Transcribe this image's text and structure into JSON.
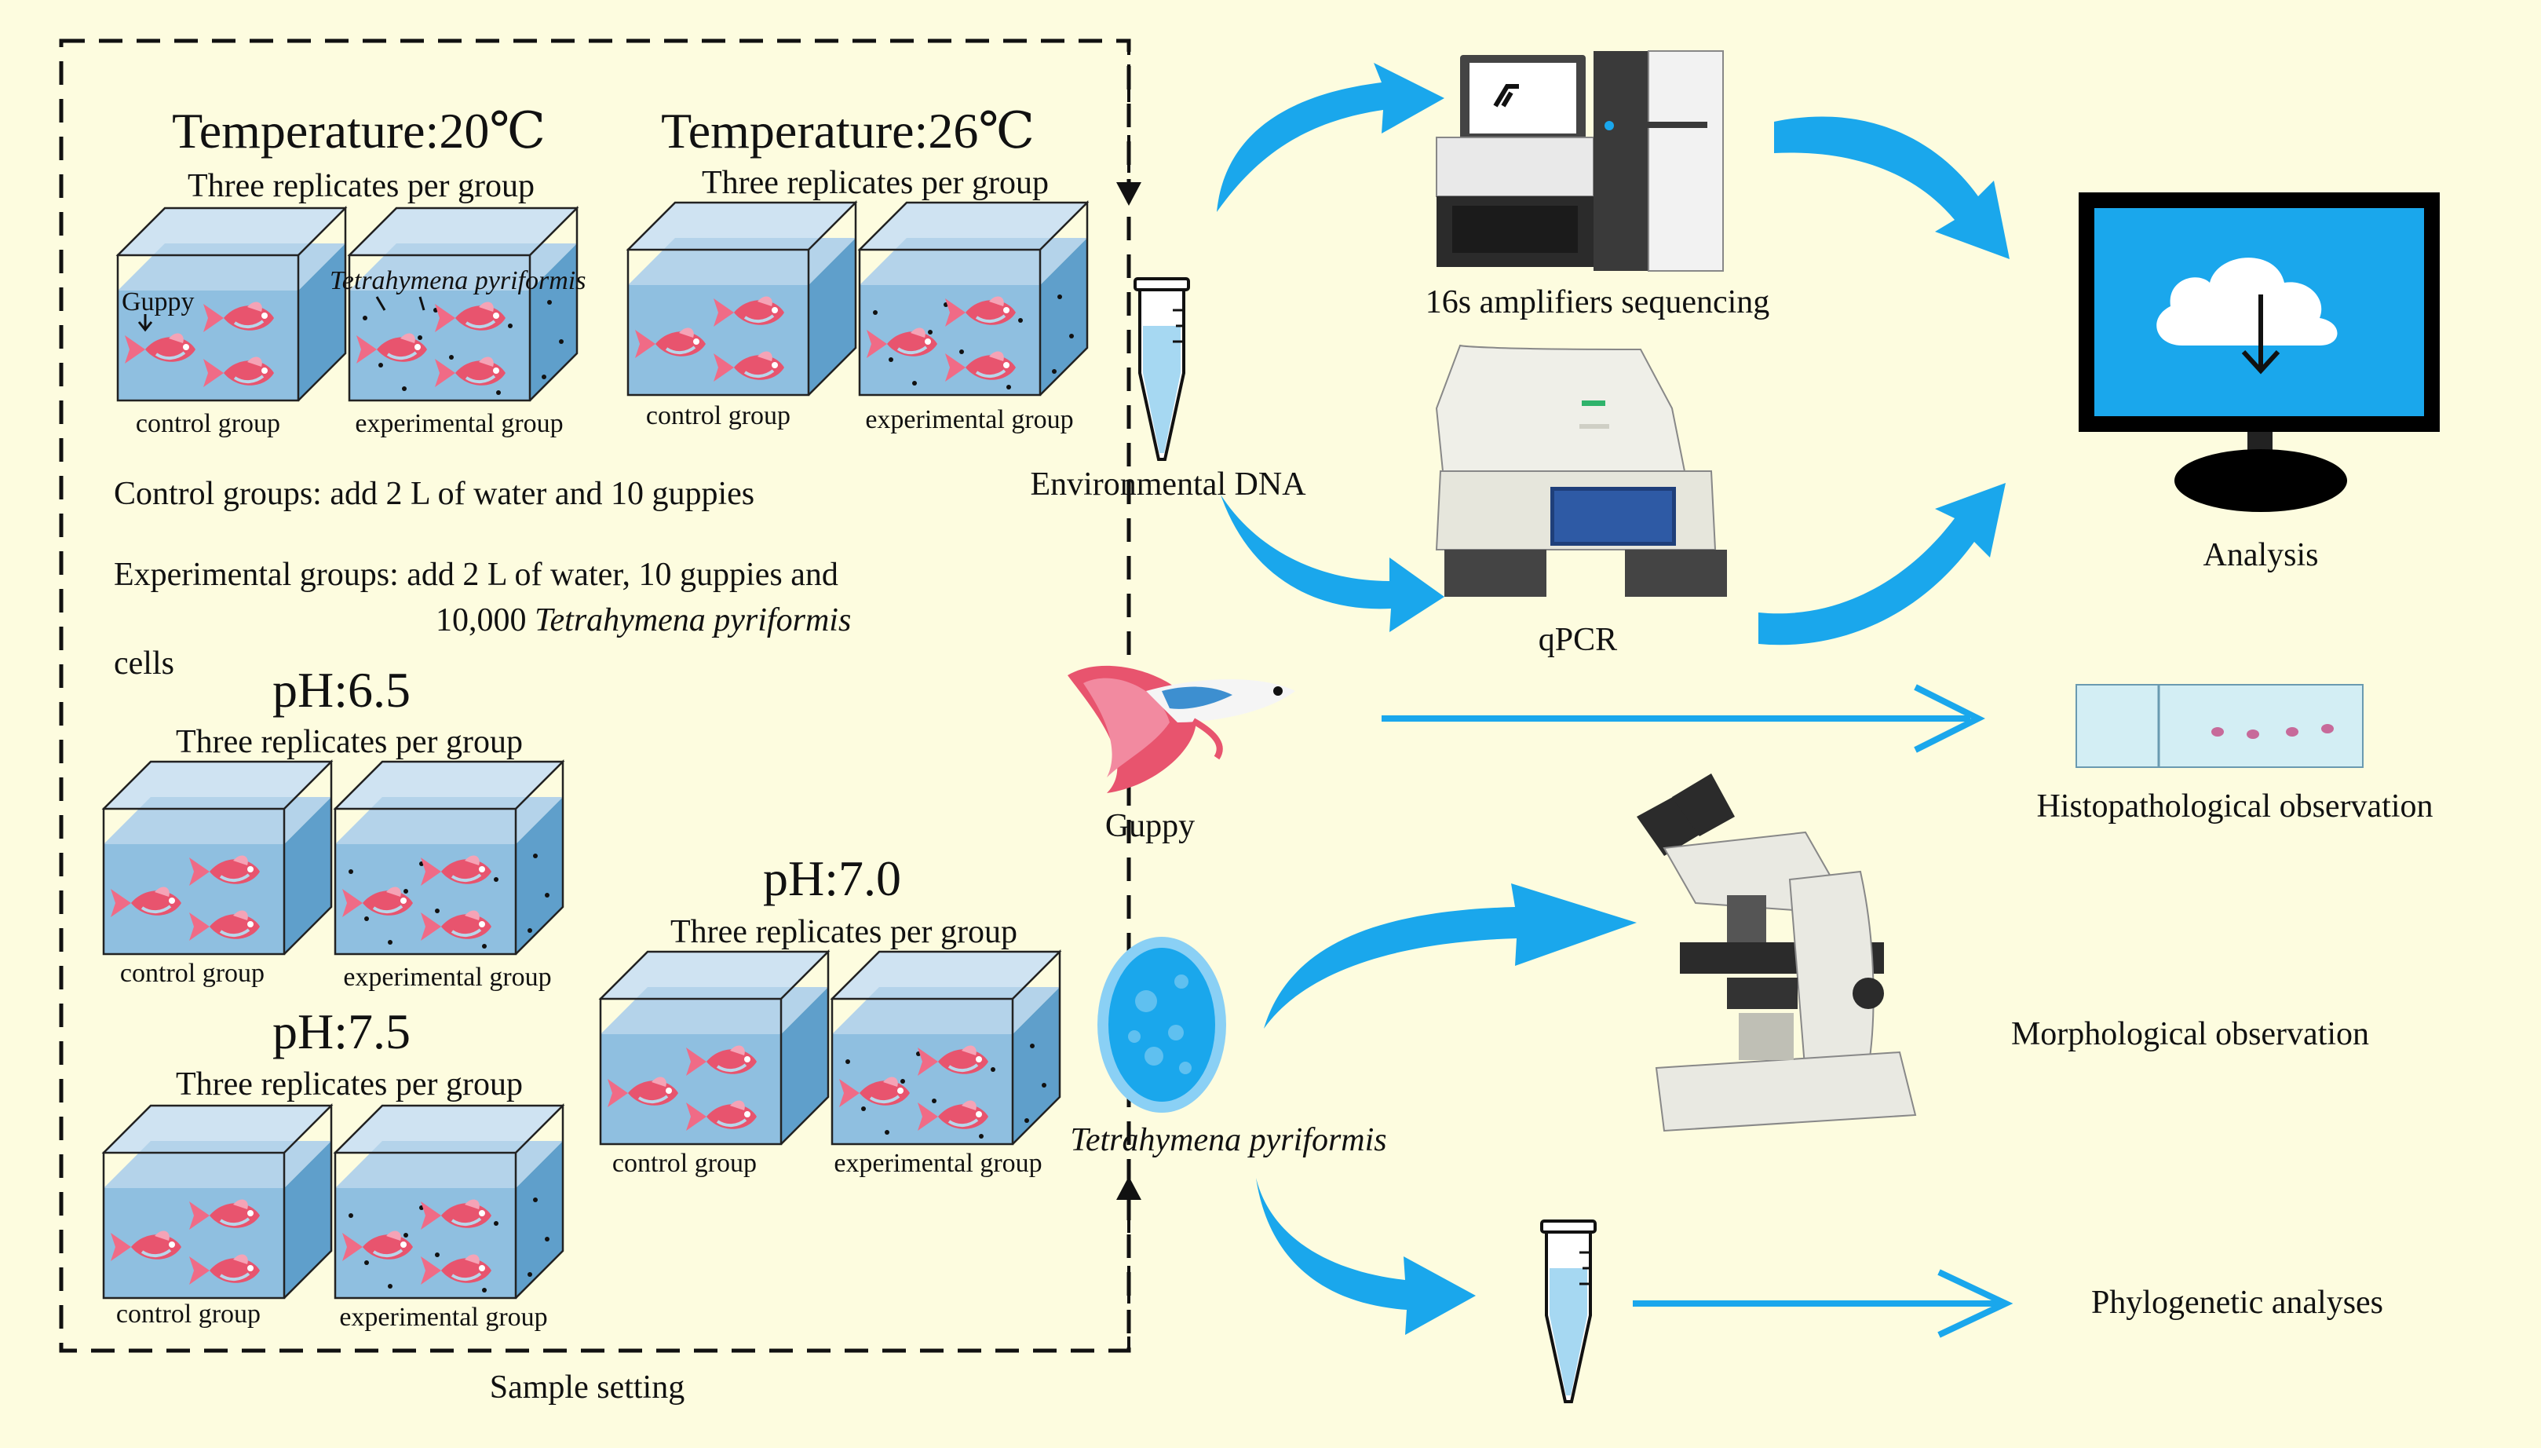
{
  "frame": {
    "caption": "Sample setting"
  },
  "temp20": {
    "title": "Temperature:20℃",
    "subtitle": "Three replicates per group",
    "control": "control group",
    "experimental": "experimental group",
    "guppy_label": "Guppy",
    "tetra_label": "Tetrahymena pyriformis"
  },
  "temp26": {
    "title": "Temperature:26℃",
    "subtitle": "Three replicates per group",
    "control": "control group",
    "experimental": "experimental group"
  },
  "notes": {
    "control": "Control groups: add 2 L of water and 10 guppies",
    "experimental_line1": "Experimental groups: add 2 L of water, 10 guppies and",
    "experimental_line2_num": "10,000 ",
    "experimental_line2_it": "Tetrahymena pyriformis",
    "experimental_line3": "cells"
  },
  "ph65": {
    "title": "pH:6.5",
    "subtitle": "Three replicates per group",
    "control": "control group",
    "experimental": "experimental group"
  },
  "ph75": {
    "title": "pH:7.5",
    "subtitle": "Three replicates per group",
    "control": "control group",
    "experimental": "experimental group"
  },
  "ph70": {
    "title": "pH:7.0",
    "subtitle": "Three replicates per group",
    "control": "control group",
    "experimental": "experimental group"
  },
  "middle": {
    "edna": "Environmental DNA",
    "guppy": "Guppy",
    "tetrahymena": "Tetrahymena pyriformis"
  },
  "right": {
    "seq": "16s amplifiers sequencing",
    "qpcr": "qPCR",
    "analysis": "Analysis",
    "histo": "Histopathological observation",
    "morph": "Morphological observation",
    "phylo": "Phylogenetic analyses"
  },
  "colors": {
    "background": "#fdfcdf",
    "arrow": "#1aa7ec",
    "water": "#8fbfe0",
    "fish": "#e8546e",
    "monitor": "#000000",
    "screen": "#1aa7ec"
  }
}
